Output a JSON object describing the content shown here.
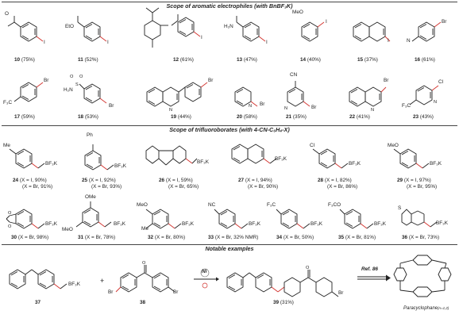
{
  "headers": {
    "aromatic": "Scope of aromatic electrophiles (with BnBF₃K)",
    "trifluoro": "Scope of trifluoroborates (with 4-CN-C₆H₄-X)",
    "notable": "Notable examples"
  },
  "row1": [
    {
      "num": "10",
      "yield": "(75%)",
      "sub": "O",
      "sub2": "I"
    },
    {
      "num": "11",
      "yield": "(52%)",
      "sub": "EtO",
      "sub2": "I"
    },
    {
      "num": "12",
      "yield": "(61%)",
      "sub": "I"
    },
    {
      "num": "13",
      "yield": "(47%)",
      "sub": "H₂N",
      "sub2": "I"
    },
    {
      "num": "14",
      "yield": "(40%)",
      "sub": "MeO",
      "sub2": "I"
    },
    {
      "num": "15",
      "yield": "(37%)",
      "sub": "I"
    },
    {
      "num": "16",
      "yield": "(61%)",
      "sub": "N",
      "sub2": "Br"
    }
  ],
  "row2": [
    {
      "num": "17",
      "yield": "(59%)",
      "sub": "F₃C",
      "sub2": "Br"
    },
    {
      "num": "18",
      "yield": "(53%)",
      "sub": "H₂N",
      "sub2": "Br"
    },
    {
      "num": "19",
      "yield": "(44%)",
      "sub": "Br"
    },
    {
      "num": "20",
      "yield": "(58%)",
      "sub": "Br"
    },
    {
      "num": "21",
      "yield": "(35%)",
      "sub": "CN",
      "sub2": "Br"
    },
    {
      "num": "22",
      "yield": "(41%)",
      "sub": "Br"
    },
    {
      "num": "23",
      "yield": "(43%)",
      "sub": "Cl",
      "sub2": "F₃C"
    }
  ],
  "row3": [
    {
      "num": "24",
      "line1": "(X = I, 90%)",
      "line2": "(X = Br, 91%)",
      "sub": "Me"
    },
    {
      "num": "25",
      "line1": "(X = I, 92%)",
      "line2": "(X = Br, 93%)",
      "sub": "Ph"
    },
    {
      "num": "26",
      "line1": "(X = I, 59%)",
      "line2": "(X = Br, 65%)"
    },
    {
      "num": "27",
      "line1": "(X = I, 94%)",
      "line2": "(X = Br, 90%)"
    },
    {
      "num": "28",
      "line1": "(X = I, 82%)",
      "line2": "(X = Br, 86%)",
      "sub": "Cl"
    },
    {
      "num": "29",
      "line1": "(X = I, 97%)",
      "line2": "(X = Br, 95%)",
      "sub": "MeO"
    }
  ],
  "row4": [
    {
      "num": "30",
      "text": "(X = Br, 98%)"
    },
    {
      "num": "31",
      "text": "(X = Br, 78%)",
      "sub": "OMe",
      "sub2": "MeO"
    },
    {
      "num": "32",
      "text": "(X = Br, 80%)",
      "sub": "MeO",
      "sub2": "Me"
    },
    {
      "num": "33",
      "text": "(X = Br, 32% NMR)",
      "sub": "NC"
    },
    {
      "num": "34",
      "text": "(X = Br, 50%)",
      "sub": "F₃C"
    },
    {
      "num": "35",
      "text": "(X = Br, 81%)",
      "sub": "F₃CO"
    },
    {
      "num": "36",
      "text": "(X = Br, 73%)",
      "sub": "S"
    }
  ],
  "bf3k": "BF₃K",
  "notable": {
    "c37": "37",
    "c38": "38",
    "plus": "+",
    "ni": "Ni",
    "c39": "39",
    "y39": "(31%)",
    "ref": "Ref. 86",
    "product": "Paracyclophane",
    "product_sub": "(n=1,2)",
    "br": "Br"
  }
}
